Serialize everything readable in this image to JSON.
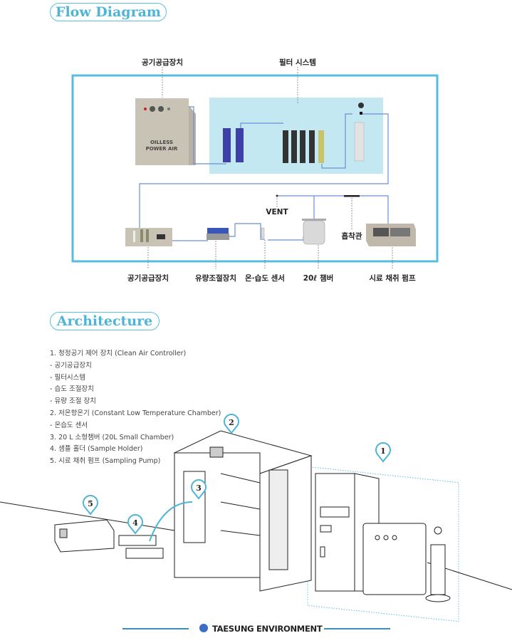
{
  "flow_section": {
    "title": "Flow Diagram",
    "top_labels": [
      "공기공급장치",
      "필터 시스템"
    ],
    "bottom_labels": [
      "공기공급장치",
      "유량조절장치",
      "온·습도 센서",
      "20ℓ 챔버",
      "시료 채취 펌프"
    ],
    "vent_label": "VENT",
    "adsorption_label": "흡착관",
    "compressor_text": "OILLESS POWER AIR"
  },
  "architecture_section": {
    "title": "Architecture",
    "items": [
      "1. 청정공기 제어 장치 (Clean Air Controller)",
      "- 공기공급장치",
      "- 필터시스템",
      "- 습도 조절장치",
      "- 유량 조절 장치",
      "2. 저온항온기 (Constant Low Temperature Chamber)",
      "- 온습도 센서",
      "3. 20 L 소형챔버 (20L Small Chamber)",
      "4. 샘플 홀더 (Sample Holder)",
      "5. 시료 채취 펌프 (Sampling Pump)"
    ],
    "markers": [
      "1",
      "2",
      "3",
      "4",
      "5"
    ]
  },
  "footer": {
    "brand": "TAESUNG ENVIRONMENT"
  },
  "colors": {
    "accent": "#4fb5d6",
    "filter_bg": "#c3e8f2",
    "frame": "#55bde0"
  }
}
